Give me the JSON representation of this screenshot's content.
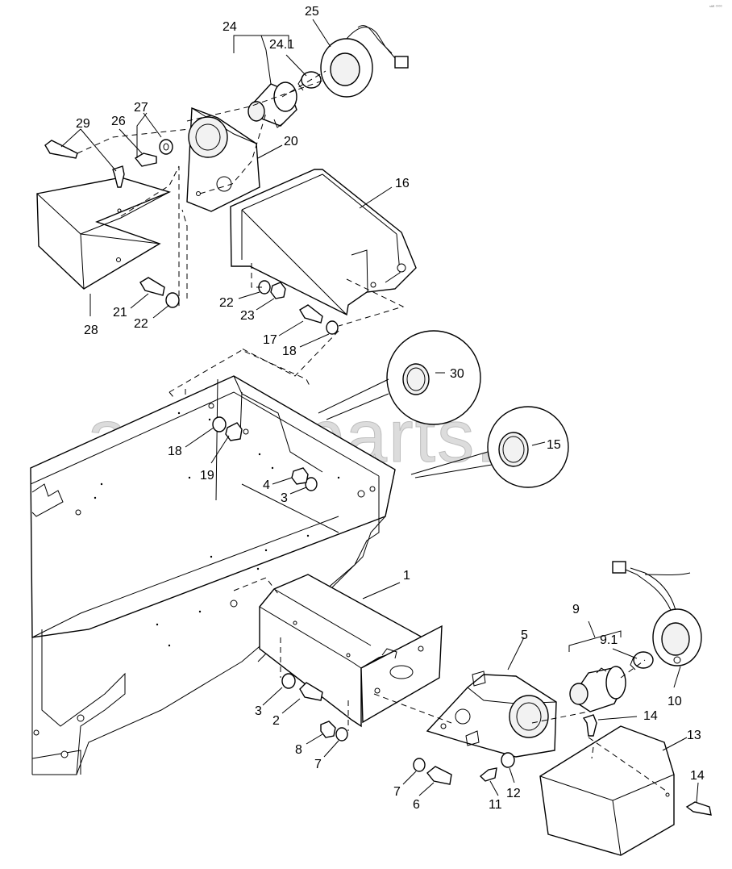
{
  "diagram": {
    "corner_mark": "ˢᴬᴿ ⁰⁰⁰⁰",
    "watermark": "ansat-parts.ru",
    "callouts": {
      "c24": "24",
      "c25": "25",
      "c24_1": "24.1",
      "c27": "27",
      "c26": "26",
      "c29": "29",
      "c20": "20",
      "c16": "16",
      "c21": "21",
      "c22a": "22",
      "c28": "28",
      "c22b": "22",
      "c23": "23",
      "c17": "17",
      "c18a": "18",
      "c30": "30",
      "c18b": "18",
      "c19": "19",
      "c15": "15",
      "c4": "4",
      "c3a": "3",
      "c1": "1",
      "c9": "9",
      "c9_1": "9.1",
      "c5": "5",
      "c10": "10",
      "c3b": "3",
      "c2": "2",
      "c14a": "14",
      "c13": "13",
      "c8": "8",
      "c7a": "7",
      "c7b": "7",
      "c6": "6",
      "c11": "11",
      "c12": "12",
      "c14b": "14"
    }
  }
}
